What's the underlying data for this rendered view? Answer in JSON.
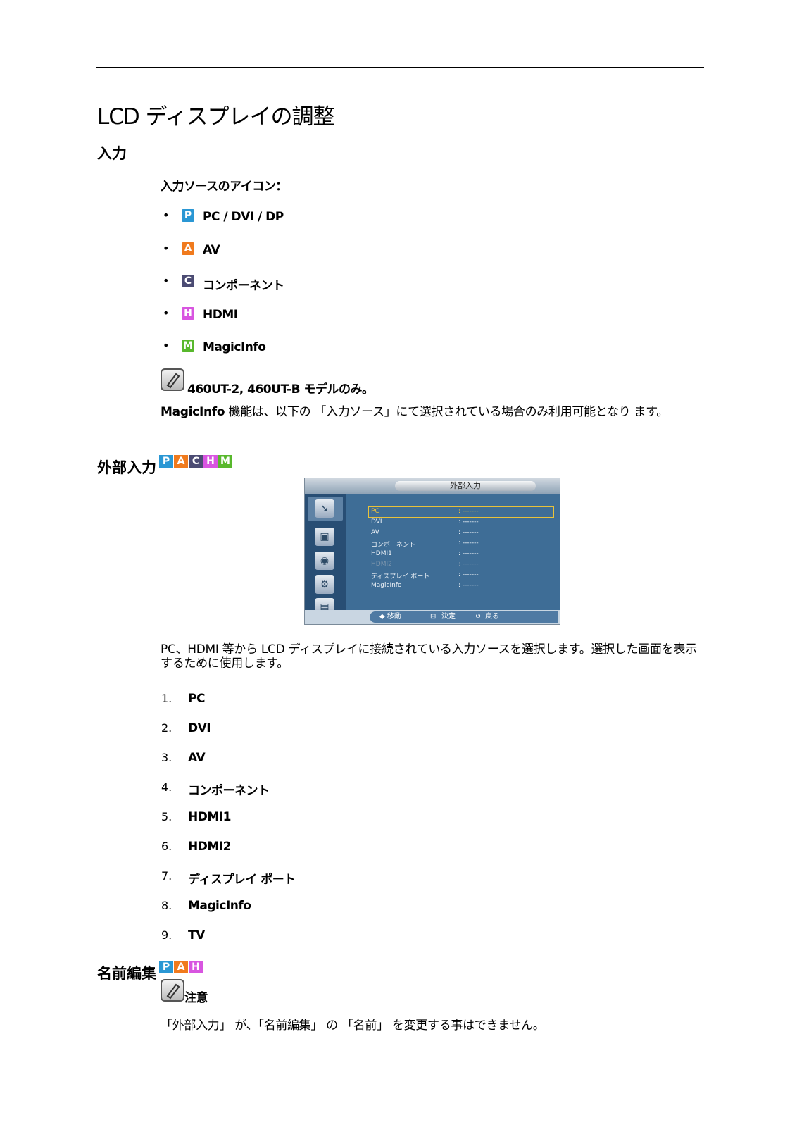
{
  "header": {
    "title": "LCD ディスプレイの調整"
  },
  "section_input": {
    "heading": "入力"
  },
  "sources": {
    "intro": "入力ソースのアイコン：",
    "items": [
      {
        "letter": "P",
        "color": "#2a97d4",
        "label": "PC / DVI / DP"
      },
      {
        "letter": "A",
        "color": "#f07a1d",
        "label": "AV"
      },
      {
        "letter": "C",
        "color": "#4b4b73",
        "label": "コンポーネント"
      },
      {
        "letter": "H",
        "color": "#d855e0",
        "label": "HDMI"
      },
      {
        "letter": "M",
        "color": "#58b82c",
        "label": "MagicInfo"
      }
    ]
  },
  "note1": {
    "label": "460UT-2, 460UT-B モデルのみ。"
  },
  "para1": {
    "bold": "MagicInfo",
    "text": " 機能は、以下の 「入力ソース」にて選択されている場合のみ利用可能となり ます。"
  },
  "section_source": {
    "heading": "外部入力",
    "badges": [
      "P",
      "A",
      "C",
      "H",
      "M"
    ]
  },
  "osd": {
    "title": "外部入力",
    "rows": [
      {
        "label": "PC",
        "value": ": -------"
      },
      {
        "label": "DVI",
        "value": ": -------"
      },
      {
        "label": "AV",
        "value": ": -------"
      },
      {
        "label": "コンポーネント",
        "value": ": -------"
      },
      {
        "label": "HDMI1",
        "value": ": -------"
      },
      {
        "label": "HDMI2",
        "value": ": -------"
      },
      {
        "label": "ディスプレイ ポート",
        "value": ": -------"
      },
      {
        "label": "MagicInfo",
        "value": ": -------"
      }
    ],
    "footer": {
      "move": "◆ 移動",
      "enter": "決定",
      "back": "戻る"
    }
  },
  "para2": {
    "text": "PC、HDMI 等から LCD ディスプレイに接続されている入力ソースを選択します。選択した画面を表示するために使用します。"
  },
  "list": [
    "PC",
    "DVI",
    "AV",
    "コンポーネント",
    "HDMI1",
    "HDMI2",
    "ディスプレイ ポート",
    "MagicInfo",
    "TV"
  ],
  "section_edit": {
    "heading": "名前編集",
    "badges": [
      "P",
      "A",
      "H"
    ]
  },
  "note2": {
    "label": "注意"
  },
  "para3": {
    "text": "「外部入力」 が、「名前編集」 の 「名前」 を変更する事はできません。"
  }
}
